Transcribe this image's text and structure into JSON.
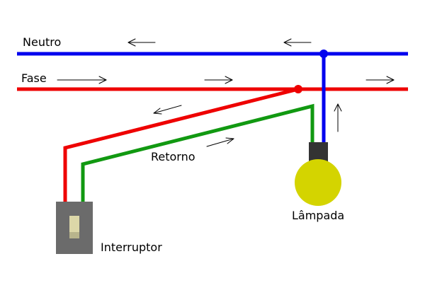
{
  "labels": {
    "neutro": "Neutro",
    "fase": "Fase",
    "retorno": "Retorno",
    "lampada": "Lâmpada",
    "interruptor": "Interruptor"
  },
  "colors": {
    "neutro": "#0000ee",
    "fase": "#ee0000",
    "retorno": "#119911",
    "lamp_bulb": "#d4d400",
    "lamp_socket": "#333333",
    "switch_body": "#6b6b6b",
    "switch_lever": "#dcd7a8"
  },
  "icons": {
    "arrow": "arrow-icon",
    "junction": "junction-dot-icon",
    "lamp": "lamp-icon",
    "switch": "switch-icon"
  }
}
